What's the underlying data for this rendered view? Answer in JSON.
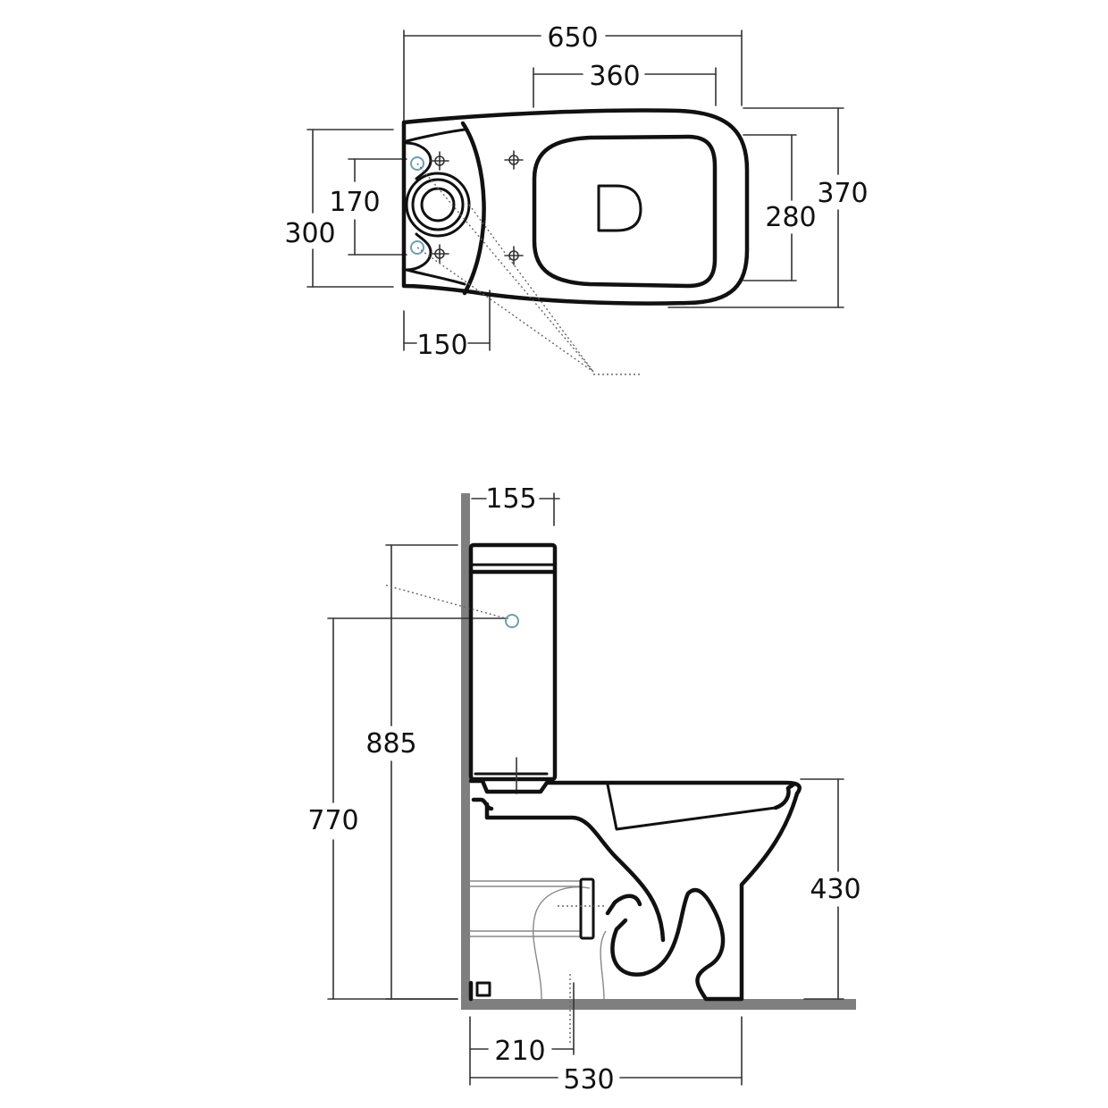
{
  "top_view": {
    "dimensions": {
      "overall_length": "650",
      "seat_length": "360",
      "overall_width": "370",
      "seat_width": "280",
      "tank_width": "300",
      "fixing_distance": "170",
      "tank_depth": "150"
    }
  },
  "side_view": {
    "dimensions": {
      "tank_thickness": "155",
      "total_height": "885",
      "inlet_height": "770",
      "rim_height": "430",
      "outlet_distance": "210",
      "overall_depth": "530"
    }
  },
  "colors": {
    "line": "#111111",
    "wall": "#7f7f7f",
    "accent": "#6aa0b3"
  }
}
